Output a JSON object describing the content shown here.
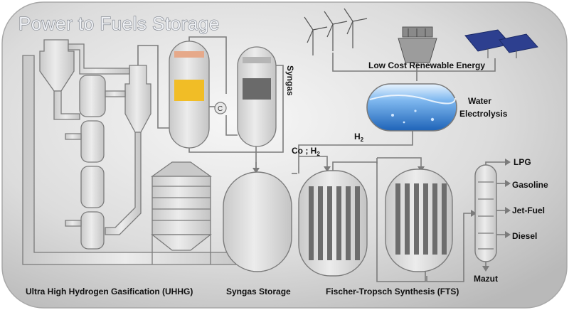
{
  "title": "Power to Fuels Storage",
  "labels": {
    "renewable": "Low Cost Renewable Energy",
    "electrolysis_line1": "Water",
    "electrolysis_line2": "Electrolysis",
    "syngas": "Syngas",
    "h2": "H",
    "h2_sub": "2",
    "coh2_prefix": "Co ; H",
    "coh2_sub": "2",
    "uhhg": "Ultra High Hydrogen Gasification (UHHG)",
    "syngas_storage": "Syngas Storage",
    "fts": "Fischer-Tropsch Synthesis (FTS)",
    "compressor": "C"
  },
  "products": [
    "LPG",
    "Gasoline",
    "Jet-Fuel",
    "Diesel",
    "Mazut"
  ],
  "colors": {
    "background_light": "#f2f2f2",
    "background_dark": "#bdbdbd",
    "vessel_fill": "#d6d6d6",
    "vessel_stroke": "#7b7b7b",
    "catalyst_band_top": "#e6a98a",
    "catalyst_band_main": "#f1bd26",
    "adsorber_band_top": "#b5b5b5",
    "adsorber_band_main": "#6a6a6a",
    "reactor_tubes": "#6d6d6d",
    "water": "#2f7fd3"
  }
}
